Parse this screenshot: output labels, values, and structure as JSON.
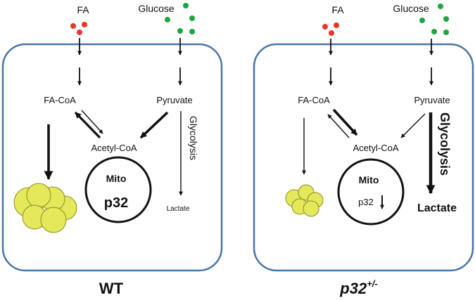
{
  "panels": [
    {
      "inputs": {
        "fa": "FA",
        "glucose": "Glucose"
      },
      "metabolites": {
        "fa_coa": "FA-CoA",
        "pyruvate": "Pyruvate",
        "acetyl_coa": "Acetyl-CoA",
        "lactate": "Lactate"
      },
      "pathway": "Glycolysis",
      "mito": {
        "title": "Mito",
        "protein": "p32"
      },
      "caption": {
        "text": "WT",
        "superscript": ""
      }
    },
    {
      "inputs": {
        "fa": "FA",
        "glucose": "Glucose"
      },
      "metabolites": {
        "fa_coa": "FA-CoA",
        "pyruvate": "Pyruvate",
        "acetyl_coa": "Acetyl-CoA",
        "lactate": "Lactate"
      },
      "pathway": "Glycolysis",
      "mito": {
        "title": "Mito",
        "protein": "p32"
      },
      "caption": {
        "text": "p32",
        "superscript": "+/-"
      }
    }
  ],
  "colors": {
    "cell_border": "#4a75a8",
    "fa_dot": "#e8352b",
    "glucose_dot": "#1ea53f",
    "lipid_fill": "#e4e85a",
    "lipid_stroke": "#8a8f1c"
  }
}
